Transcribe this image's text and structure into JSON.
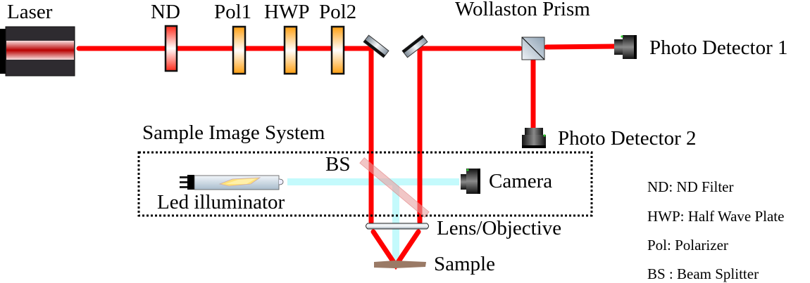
{
  "title": "Optical setup schematic",
  "labels": {
    "laser": "Laser",
    "nd": "ND",
    "pol1": "Pol1",
    "hwp": "HWP",
    "pol2": "Pol2",
    "wollaston": "Wollaston Prism",
    "pd1": "Photo Detector 1",
    "pd2": "Photo Detector 2",
    "sample_system": "Sample Image System",
    "bs": "BS",
    "camera": "Camera",
    "led": "Led illuminator",
    "lens": "Lens/Objective",
    "sample": "Sample"
  },
  "legend": [
    "ND: ND Filter",
    "HWP: Half Wave Plate",
    "Pol: Polarizer",
    "BS : Beam Splitter"
  ],
  "colors": {
    "laser_beam": "#ff0000",
    "led_beam": "#c4fafc",
    "nd_filter": "#ff3322",
    "polarizer": "#ffa41f",
    "laser_body": "#2e2b30",
    "beam_splitter": "#e8a0a0",
    "sample": "#9a7a66",
    "detector": "#1a1a1a",
    "indicator": "#33cc33"
  }
}
